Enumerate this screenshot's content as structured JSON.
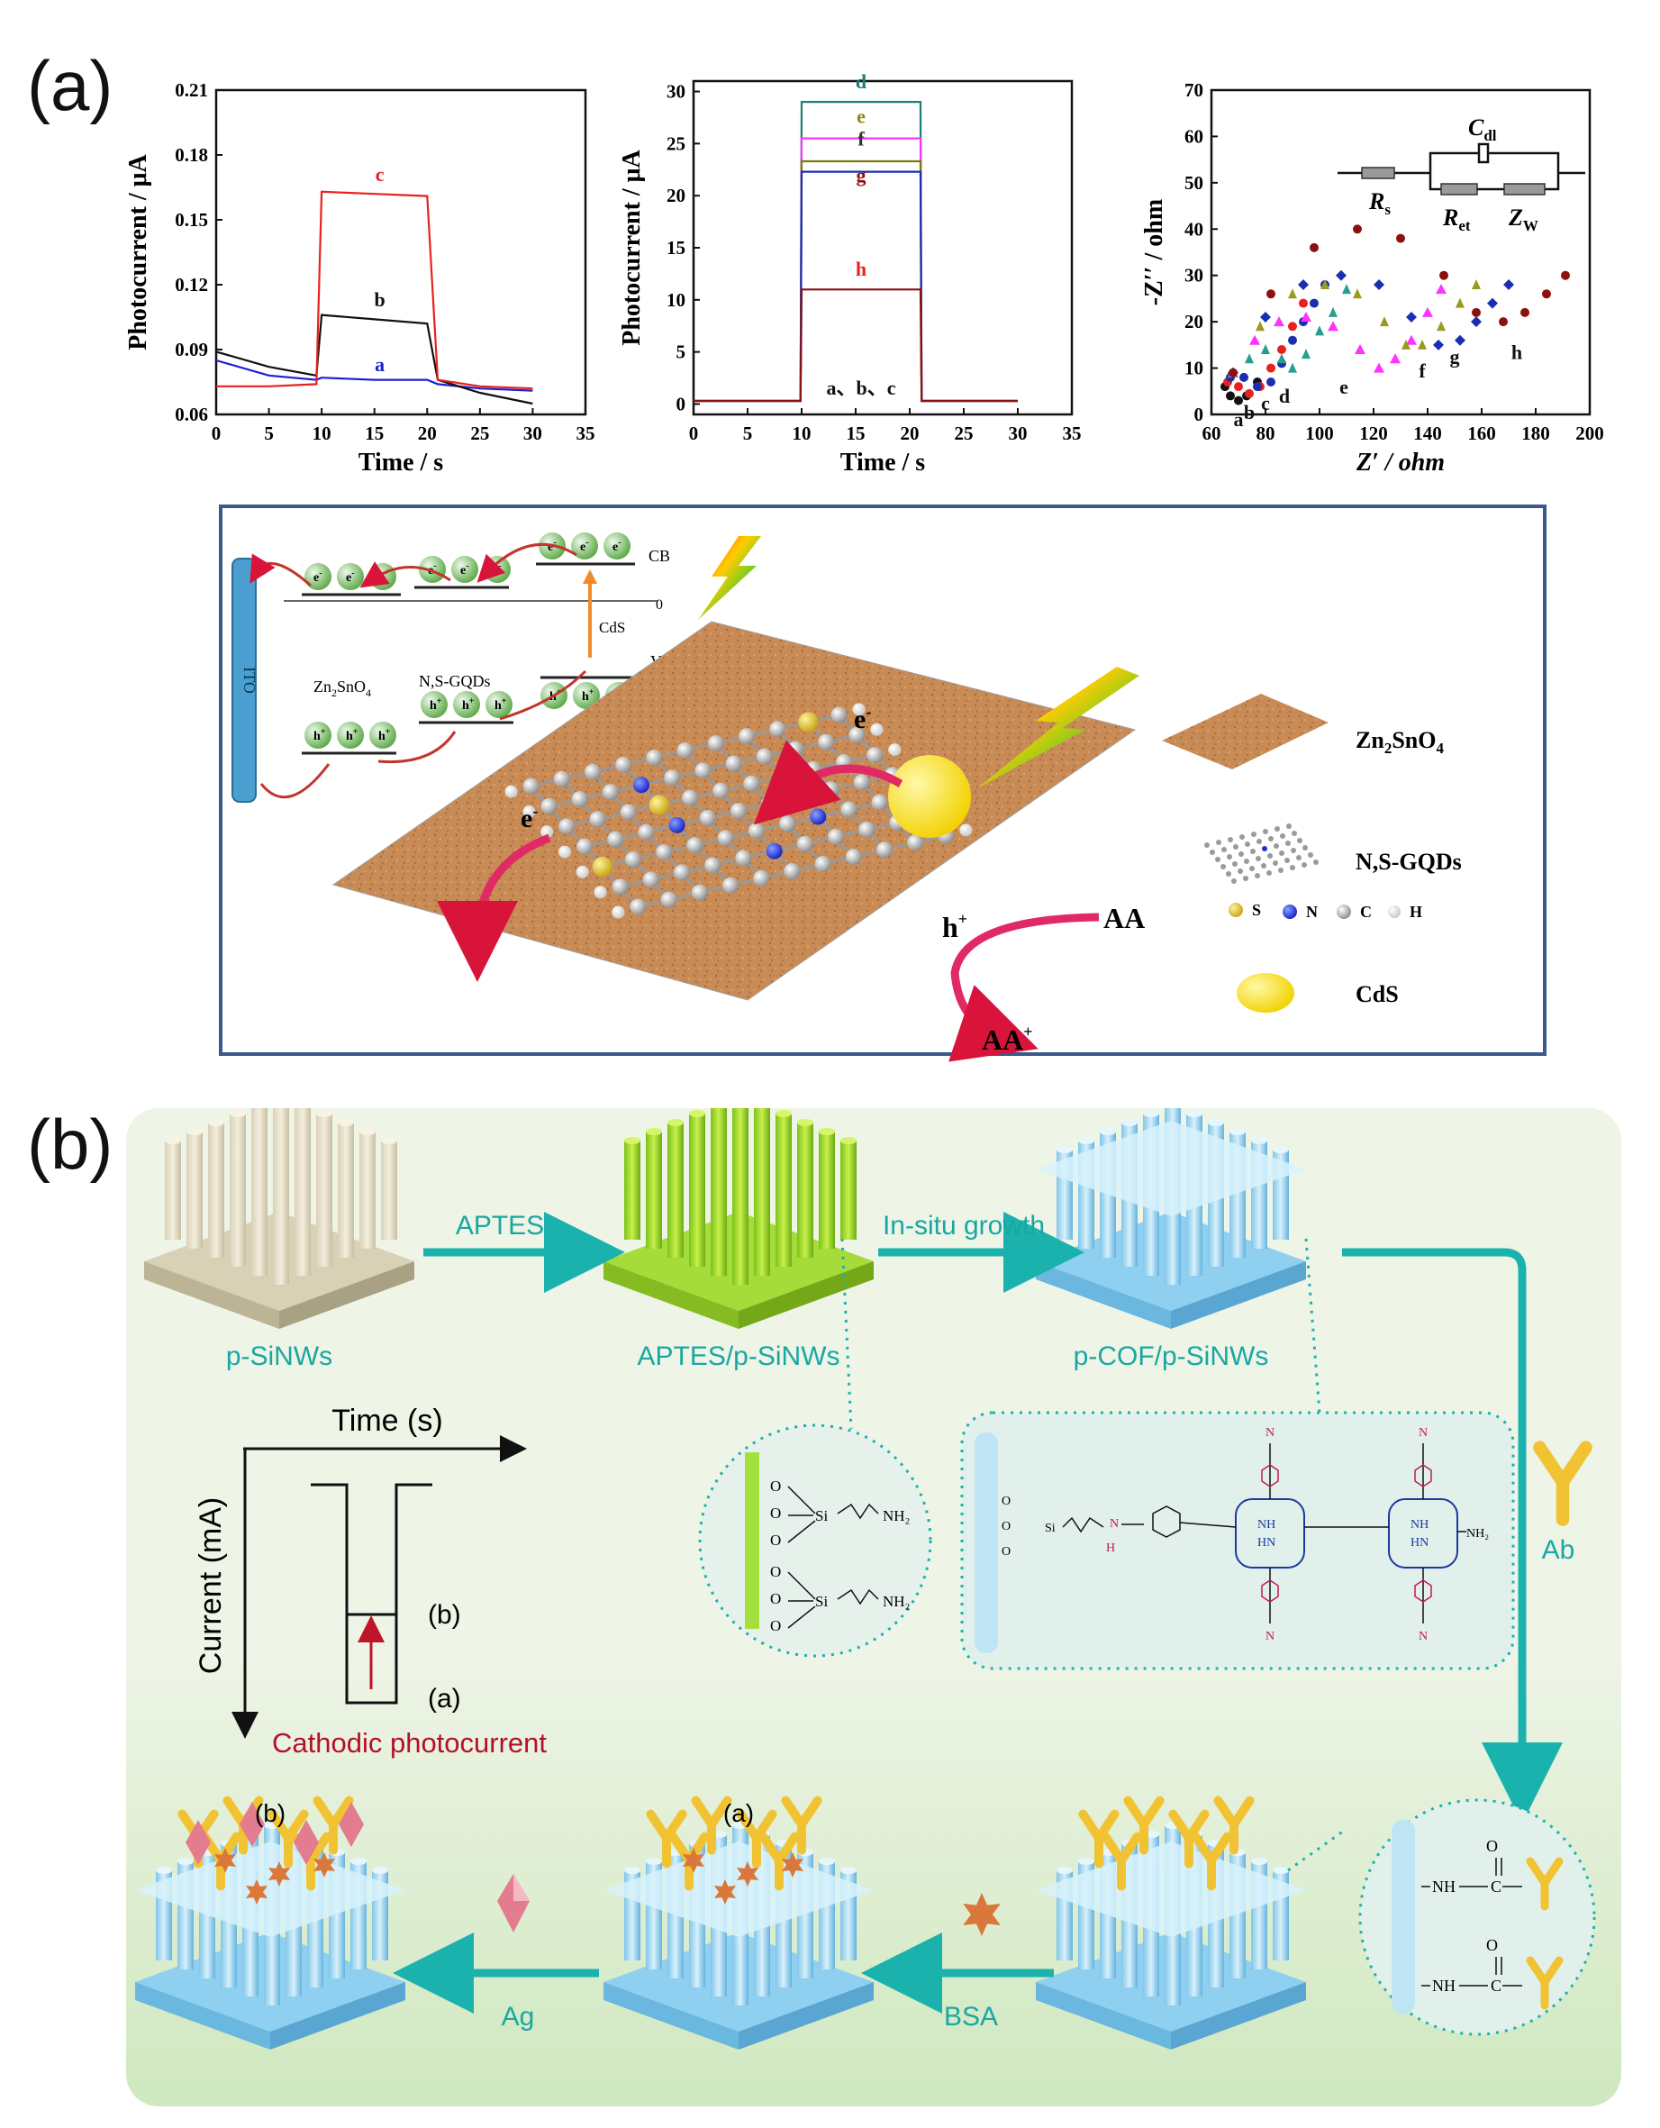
{
  "panel_a": {
    "label": "(a)"
  },
  "panel_b": {
    "label": "(b)"
  },
  "chart_data": [
    {
      "type": "line",
      "xlabel": "Time / s",
      "ylabel": "Photocurrent / μA",
      "xlim": [
        0,
        35
      ],
      "ylim": [
        0.06,
        0.21
      ],
      "xticks": [
        "0",
        "5",
        "10",
        "15",
        "20",
        "25",
        "30",
        "35"
      ],
      "yticks": [
        "0.06",
        "0.09",
        "0.12",
        "0.15",
        "0.18",
        "0.21"
      ],
      "series": [
        {
          "name": "a",
          "color": "#1f1fd6",
          "x": [
            0,
            5,
            9.5,
            10,
            15,
            20,
            21,
            25,
            30
          ],
          "y": [
            0.085,
            0.078,
            0.076,
            0.077,
            0.076,
            0.076,
            0.074,
            0.072,
            0.071
          ]
        },
        {
          "name": "b",
          "color": "#111111",
          "x": [
            0,
            5,
            9.5,
            10,
            15,
            20,
            21,
            25,
            30
          ],
          "y": [
            0.089,
            0.082,
            0.078,
            0.106,
            0.104,
            0.102,
            0.076,
            0.07,
            0.065
          ]
        },
        {
          "name": "c",
          "color": "#e8211d",
          "x": [
            0,
            5,
            9.5,
            10,
            15,
            20,
            21,
            25,
            30
          ],
          "y": [
            0.073,
            0.073,
            0.074,
            0.163,
            0.162,
            0.161,
            0.076,
            0.073,
            0.072
          ]
        }
      ],
      "curve_labels": [
        {
          "text": "a",
          "x": 15.5,
          "y": 0.08,
          "color": "#1f1fd6"
        },
        {
          "text": "b",
          "x": 15.5,
          "y": 0.11,
          "color": "#111111"
        },
        {
          "text": "c",
          "x": 15.5,
          "y": 0.168,
          "color": "#e8211d"
        }
      ]
    },
    {
      "type": "line",
      "xlabel": "Time / s",
      "ylabel": "Photocurrent / μA",
      "xlim": [
        0,
        35
      ],
      "ylim": [
        -1,
        31
      ],
      "xticks": [
        "0",
        "5",
        "10",
        "15",
        "20",
        "25",
        "30",
        "35"
      ],
      "yticks": [
        "0",
        "5",
        "10",
        "15",
        "20",
        "25",
        "30"
      ],
      "series": [
        {
          "name": "d",
          "color": "#1b7e77",
          "x": [
            0,
            9.9,
            10,
            21,
            21.1,
            30
          ],
          "y": [
            0.3,
            0.3,
            29,
            29,
            0.3,
            0.3
          ]
        },
        {
          "name": "e",
          "color": "#ff33ff",
          "x": [
            0,
            9.9,
            10,
            21,
            21.1,
            30
          ],
          "y": [
            0.3,
            0.3,
            25.5,
            25.5,
            0.3,
            0.3
          ]
        },
        {
          "name": "f",
          "color": "#7a7a10",
          "x": [
            0,
            9.9,
            10,
            21,
            21.1,
            30
          ],
          "y": [
            0.3,
            0.3,
            23.3,
            23.3,
            0.3,
            0.3
          ]
        },
        {
          "name": "g",
          "color": "#1a2fb0",
          "x": [
            0,
            9.9,
            10,
            21,
            21.1,
            30
          ],
          "y": [
            0.3,
            0.3,
            22.3,
            22.3,
            0.3,
            0.3
          ]
        },
        {
          "name": "h",
          "color": "#8b1010",
          "x": [
            0,
            9.9,
            10,
            21,
            21.1,
            30
          ],
          "y": [
            0.3,
            0.3,
            11,
            11,
            0.3,
            0.3
          ]
        }
      ],
      "curve_labels": [
        {
          "text": "d",
          "x": 15.5,
          "y": 30.3,
          "color": "#1b7e77"
        },
        {
          "text": "e",
          "x": 15.5,
          "y": 27.0,
          "color": "#8a8a10"
        },
        {
          "text": "f",
          "x": 15.5,
          "y": 24.8,
          "color": "#333333"
        },
        {
          "text": "g",
          "x": 15.5,
          "y": 21.3,
          "color": "#8b1010"
        },
        {
          "text": "h",
          "x": 15.5,
          "y": 12.3,
          "color": "#e8211d"
        },
        {
          "text": "a、b、c",
          "x": 15.5,
          "y": 0.9,
          "color": "#111111"
        }
      ]
    },
    {
      "type": "scatter",
      "xlabel": "Z′ / ohm",
      "ylabel": "-Z′′ / ohm",
      "xlim": [
        60,
        200
      ],
      "ylim": [
        0,
        70
      ],
      "xticks": [
        "60",
        "80",
        "100",
        "120",
        "140",
        "160",
        "180",
        "200"
      ],
      "yticks": [
        "0",
        "10",
        "20",
        "30",
        "40",
        "50",
        "60",
        "70"
      ],
      "series": [
        {
          "name": "a",
          "color": "#111111",
          "x": [
            65,
            67,
            70,
            73,
            77
          ],
          "y": [
            6,
            4,
            3,
            4,
            7
          ]
        },
        {
          "name": "b",
          "color": "#e8211d",
          "x": [
            66,
            70,
            74,
            78,
            82,
            86,
            90,
            94
          ],
          "y": [
            7,
            6,
            4.5,
            6,
            10,
            14,
            19,
            24
          ]
        },
        {
          "name": "c",
          "color": "#1a2fb0",
          "x": [
            67,
            72,
            77,
            82,
            86,
            90,
            94,
            98,
            102
          ],
          "y": [
            8,
            8,
            6,
            7,
            11,
            16,
            20,
            24,
            28
          ]
        },
        {
          "name": "d",
          "color": "#2a9e8e",
          "x": [
            68,
            74,
            80,
            86,
            90,
            95,
            100,
            105,
            110
          ],
          "y": [
            9,
            12,
            14,
            12,
            10,
            13,
            18,
            22,
            27
          ]
        },
        {
          "name": "e",
          "color": "#ff33ff",
          "x": [
            68,
            76,
            85,
            95,
            105,
            115,
            122,
            128,
            134,
            140,
            145
          ],
          "y": [
            9,
            16,
            20,
            21,
            19,
            14,
            10,
            12,
            16,
            22,
            27
          ]
        },
        {
          "name": "f",
          "color": "#9a9a20",
          "x": [
            68,
            78,
            90,
            102,
            114,
            124,
            132,
            138,
            145,
            152,
            158
          ],
          "y": [
            9,
            19,
            26,
            28,
            26,
            20,
            15,
            15,
            19,
            24,
            28
          ]
        },
        {
          "name": "g",
          "color": "#1a2fb0",
          "x": [
            68,
            80,
            94,
            108,
            122,
            134,
            144,
            152,
            158,
            164,
            170
          ],
          "y": [
            9,
            21,
            28,
            30,
            28,
            21,
            15,
            16,
            20,
            24,
            28
          ]
        },
        {
          "name": "h",
          "color": "#8b1010",
          "x": [
            68,
            82,
            98,
            114,
            130,
            146,
            158,
            168,
            176,
            184,
            191
          ],
          "y": [
            9,
            26,
            36,
            40,
            38,
            30,
            22,
            20,
            22,
            26,
            30
          ]
        }
      ],
      "curve_labels": [
        {
          "text": "a",
          "x": 70,
          "y": -2.5
        },
        {
          "text": "b",
          "x": 74,
          "y": -1
        },
        {
          "text": "c",
          "x": 80,
          "y": 1
        },
        {
          "text": "d",
          "x": 87,
          "y": 2.5
        },
        {
          "text": "e",
          "x": 109,
          "y": 4.5
        },
        {
          "text": "f",
          "x": 138,
          "y": 8
        },
        {
          "text": "g",
          "x": 150,
          "y": 11
        },
        {
          "text": "h",
          "x": 173,
          "y": 12
        }
      ],
      "inset_circuit": {
        "Rs": "R",
        "Rs_sub": "s",
        "Cdl": "C",
        "Cdl_sub": "dl",
        "Ret": "R",
        "Ret_sub": "et",
        "Zw": "Z",
        "Zw_sub": "W"
      }
    }
  ],
  "mechanism_a": {
    "ito": "ITO",
    "cb": "CB",
    "vb": "VB",
    "zero": "0",
    "cds": "CdS",
    "zn2sno4_left": "Zn",
    "nsgqds_left": "N,S-GQDs",
    "electron": "e",
    "hole": "h",
    "aa": "AA",
    "aa_plus": "AA",
    "legend_zn2sno4": "Zn",
    "legend_nsgqds": "N,S-GQDs",
    "legend_s": "S",
    "legend_n": "N",
    "legend_c": "C",
    "legend_h": "H",
    "legend_cds": "CdS"
  },
  "scheme_b": {
    "stage1": "p-SiNWs",
    "stage2": "APTES/p-SiNWs",
    "stage3": "p-COF/p-SiNWs",
    "arrow1": "APTES",
    "arrow2": "In-situ growth",
    "arrow_ab": "Ab",
    "arrow_bsa": "BSA",
    "arrow_ag": "Ag",
    "time_axis": "Time (s)",
    "current_axis": "Current (mA)",
    "level_b": "(b)",
    "level_a": "(a)",
    "cathodic": "Cathodic photocurrent",
    "final_b": "(b)",
    "final_a": "(a)",
    "aptes_groups": [
      "O",
      "O",
      "O",
      "Si",
      "NH₂",
      "O",
      "O",
      "O",
      "Si",
      "NH₂"
    ],
    "cof_groups": [
      "O",
      "O",
      "O",
      "Si",
      "N",
      "H",
      "N",
      "NH",
      "HN",
      "NH",
      "HN",
      "NH₂"
    ],
    "amide": [
      "NH",
      "C",
      "O",
      "NH",
      "C",
      "O"
    ]
  }
}
